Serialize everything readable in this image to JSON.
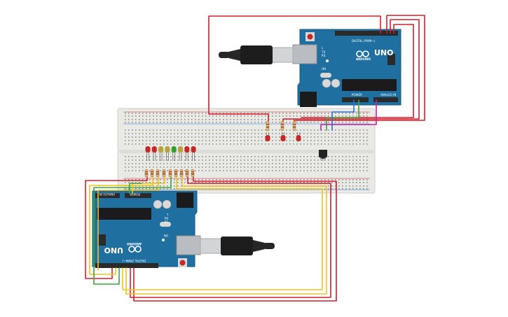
{
  "canvas": {
    "background": "#ffffff"
  },
  "colors": {
    "board_blue": "#1f6fa0",
    "board_edge": "#165a85",
    "breadboard": "#e9e9e6",
    "wire_red": "#d21f2b",
    "wire_yellow": "#f0c419",
    "wire_green": "#39a935",
    "wire_blue": "#2a6fd6",
    "wire_magenta": "#c0279e",
    "wire_orange": "#e8952b"
  },
  "arduino_top": {
    "brand": "ARDUINO",
    "model": "UNO",
    "digital_label": "DIGITAL (PWM~)",
    "power_label": "POWER",
    "analog_label": "ANALOG IN",
    "tx_label": "TX",
    "rx_label": "RX",
    "on_label": "ON",
    "l_label": "L"
  },
  "arduino_bottom": {
    "brand": "ARDUINO",
    "model": "UNO",
    "digital_label": "DIGITAL (PWM~)",
    "power_label": "POWER",
    "analog_label": "ANALOG IN",
    "tx_label": "TX",
    "rx_label": "RX",
    "on_label": "ON",
    "l_label": "L"
  },
  "components": {
    "leds_row": [
      "red",
      "red",
      "yellow",
      "yellow",
      "green",
      "yellow",
      "red",
      "red"
    ],
    "leds_top": [
      "red",
      "red",
      "red"
    ],
    "sensor": "temperature-sensor",
    "usb_cable": "usb-cable"
  }
}
